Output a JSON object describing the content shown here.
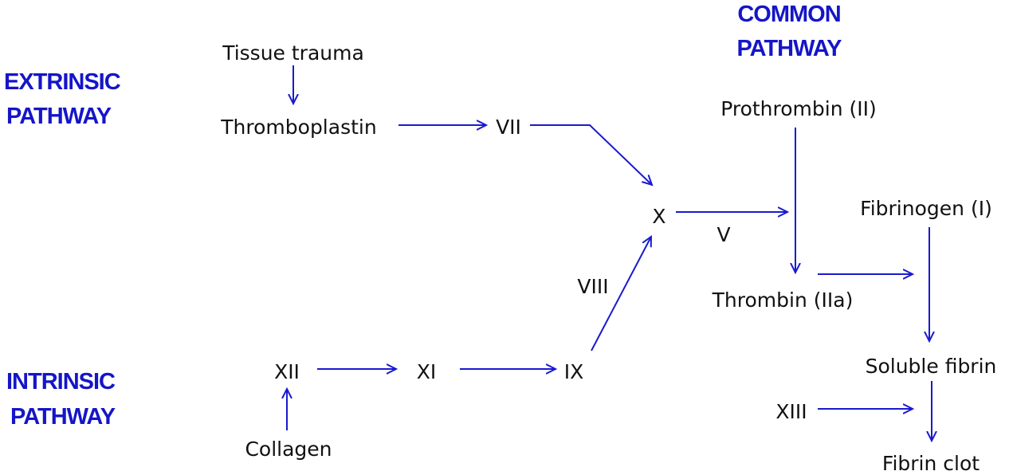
{
  "headings": {
    "extrinsic": [
      "EXTRINSIC",
      "PATHWAY"
    ],
    "intrinsic": [
      "INTRINSIC",
      "PATHWAY"
    ],
    "common": [
      "COMMON",
      "PATHWAY"
    ]
  },
  "nodes": {
    "tissue_trauma": "Tissue trauma",
    "thromboplastin": "Thromboplastin",
    "vii": "VII",
    "x": "X",
    "v": "V",
    "viii": "VIII",
    "xii": "XII",
    "xi": "XI",
    "ix": "IX",
    "collagen": "Collagen",
    "prothrombin": "Prothrombin (II)",
    "thrombin": "Thrombin (IIa)",
    "fibrinogen": "Fibrinogen (I)",
    "soluble_fibrin": "Soluble fibrin",
    "xiii": "XIII",
    "fibrin_clot": "Fibrin clot"
  },
  "colors": {
    "arrow": "#1a1ad0",
    "heading": "#1515c8",
    "text": "#111111"
  }
}
